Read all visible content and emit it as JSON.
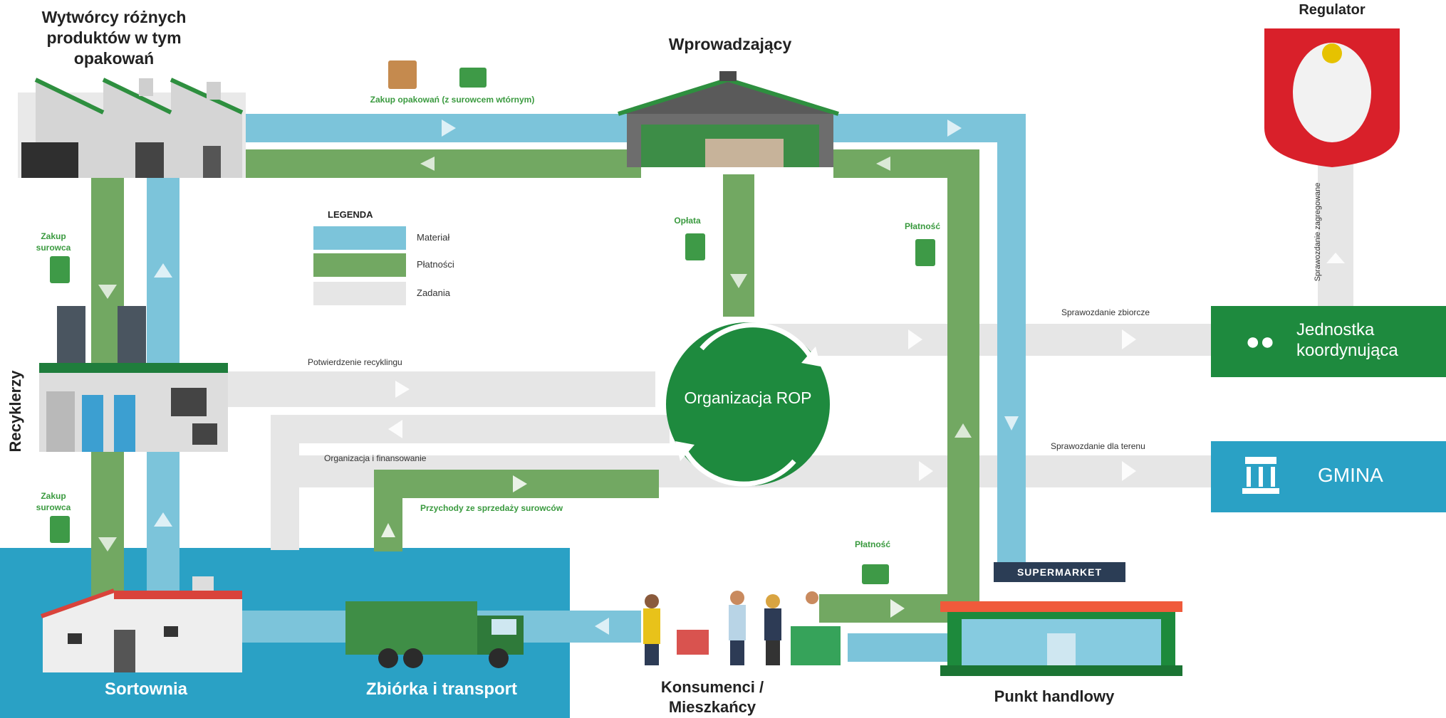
{
  "actors": {
    "producers": "Wytwórcy różnych produktów w tym opakowań",
    "introducer": "Wprowadzający",
    "regulator": "Regulator",
    "recyclers": "Recyklerzy",
    "sorting": "Sortownia",
    "collection": "Zbiórka i transport",
    "consumers": "Konsumenci / Mieszkańcy",
    "retail": "Punkt handlowy",
    "supermarket_sign": "SUPERMARKET",
    "rop": "Organizacja ROP",
    "coordinator": "Jednostka koordynująca",
    "gmina": "GMINA"
  },
  "legend": {
    "title": "LEGENDA",
    "items": [
      {
        "label": "Materiał",
        "color": "#7cc4da"
      },
      {
        "label": "Płatności",
        "color": "#72a862"
      },
      {
        "label": "Zadania",
        "color": "#e6e6e6"
      }
    ]
  },
  "flows": {
    "purchase_packaging": "Zakup opakowań (z surowcem wtórnym)",
    "fee": "Opłata",
    "payment_top": "Płatność",
    "payment_bottom": "Płatność",
    "buy_raw_1": "Zakup surowca",
    "buy_raw_2": "Zakup surowca",
    "recycling_confirmation": "Potwierdzenie recyklingu",
    "org_finance": "Organizacja i finansowanie",
    "revenue": "Przychody ze sprzedaży surowców",
    "summary_report": "Sprawozdanie zbiorcze",
    "area_report": "Sprawozdanie dla terenu",
    "aggregated_report": "Sprawozdanie zagregowane"
  },
  "colors": {
    "material": "#7cc4da",
    "payment": "#72a862",
    "task": "#e6e6e6",
    "rop_green": "#1e8a3e",
    "coordinator": "#1e8a3e",
    "gmina": "#2aa1c5",
    "water": "#2aa1c5",
    "regulator_red": "#d9202a"
  }
}
